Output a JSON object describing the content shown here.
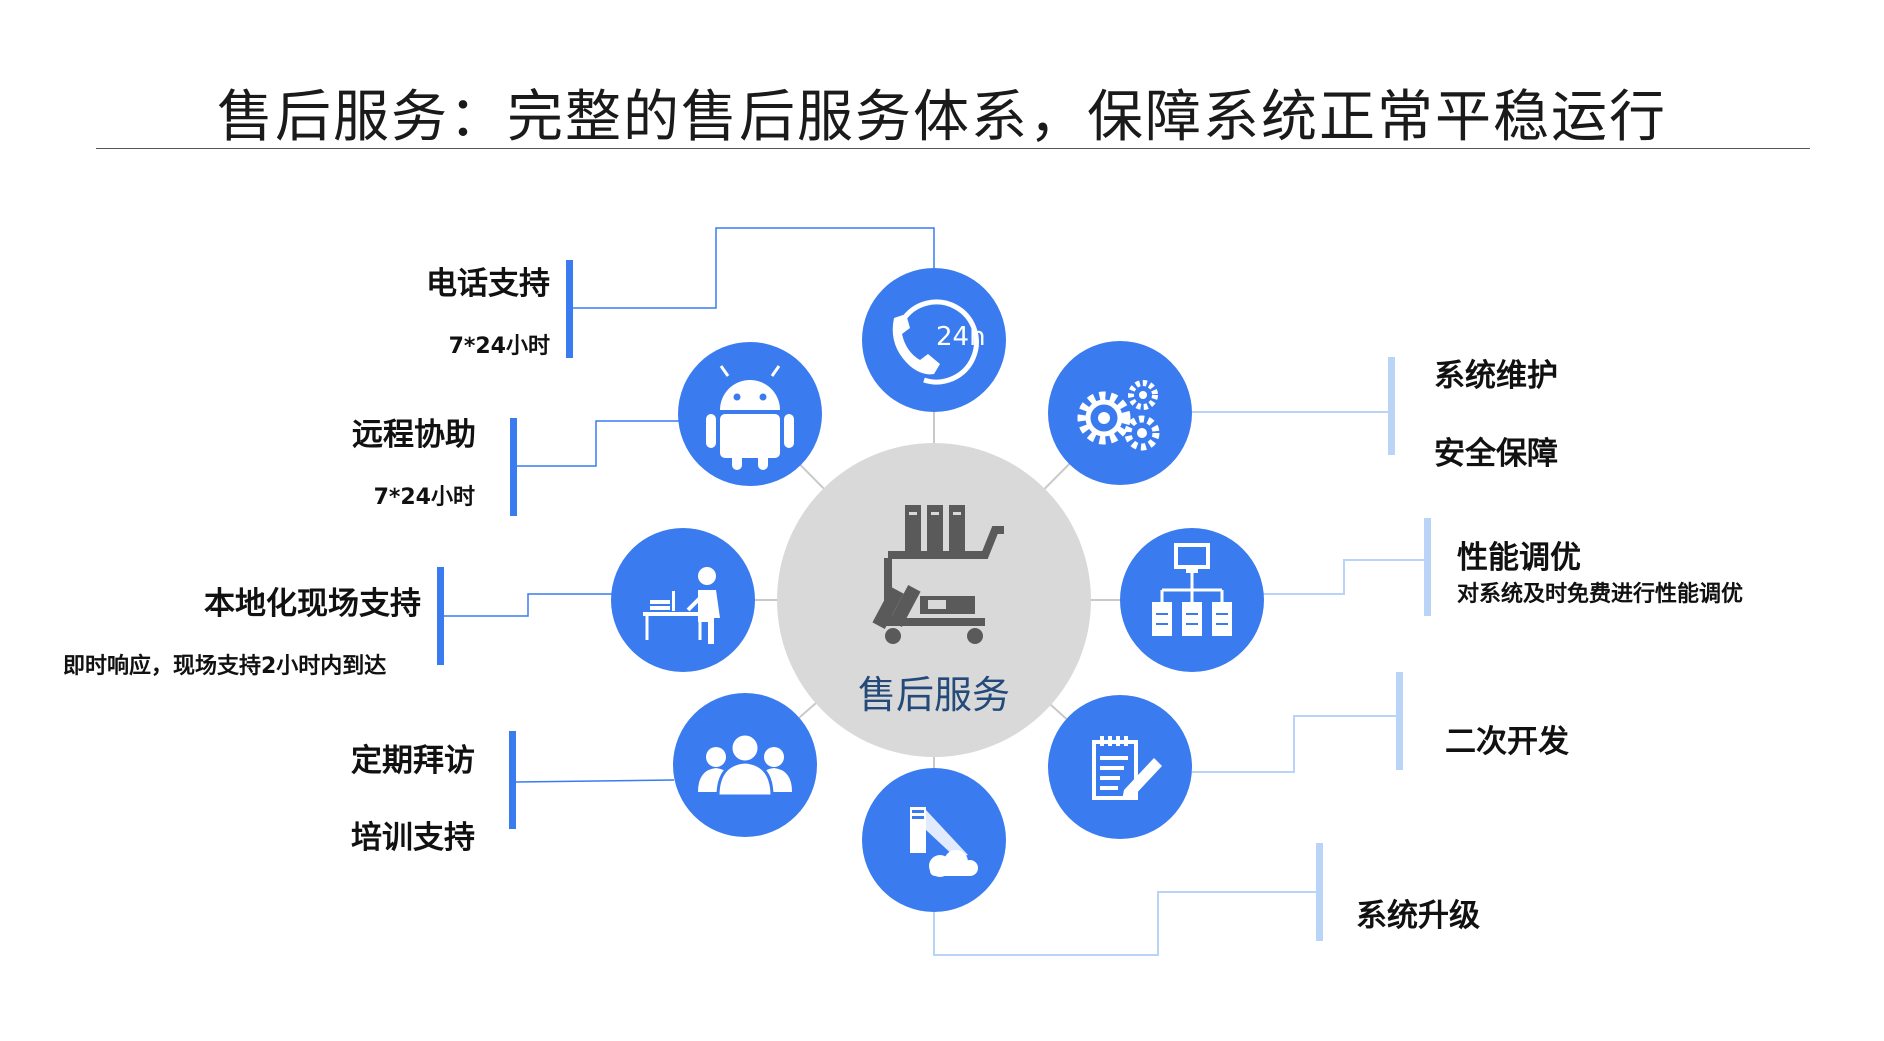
{
  "page": {
    "title": "售后服务：完整的售后服务体系，保障系统正常平稳运行"
  },
  "center": {
    "label": "售后服务",
    "icon": "cart-with-binders-icon"
  },
  "colors": {
    "accent": "#3a7cf0",
    "accent_light": "#b9d4f6",
    "node_fill": "#3a7cf0",
    "center_fill": "#d9d9d9",
    "connector": "#c9c9c9"
  },
  "services": {
    "phone": {
      "title": "电话支持",
      "subtitle": "7*24小时",
      "icon": "phone-24h-icon"
    },
    "remote": {
      "title": "远程协助",
      "subtitle": "7*24小时",
      "icon": "android-icon"
    },
    "onsite": {
      "title": "本地化现场支持",
      "subtitle": "即时响应，现场支持2小时内到达",
      "icon": "person-at-desk-icon"
    },
    "visit": {
      "title": "定期拜访",
      "title2": "培训支持",
      "icon": "user-group-icon"
    },
    "maintenance": {
      "title": "系统维护",
      "title2": "安全保障",
      "icon": "gears-icon"
    },
    "tuning": {
      "title": "性能调优",
      "subtitle": "对系统及时免费进行性能调优",
      "icon": "server-network-icon"
    },
    "dev": {
      "title": "二次开发",
      "icon": "document-edit-icon"
    },
    "upgrade": {
      "title": "系统升级",
      "icon": "cloud-upload-icon"
    }
  }
}
